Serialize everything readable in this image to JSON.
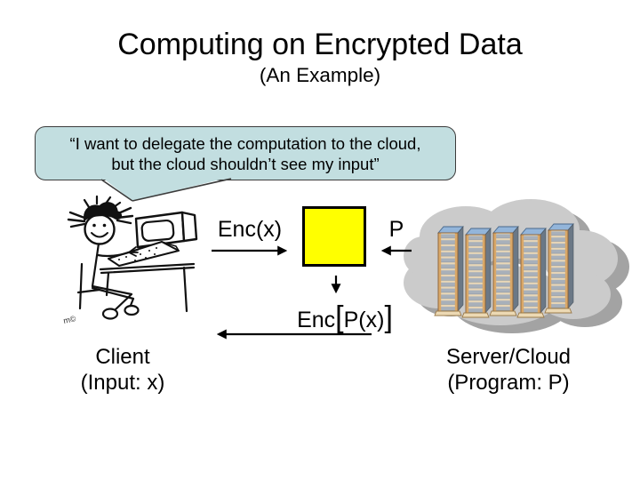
{
  "slide": {
    "title": "Computing on Encrypted Data",
    "subtitle": "(An Example)"
  },
  "speech_bubble": {
    "line1": "“I want to delegate the computation to the cloud,",
    "line2": "but the cloud shouldn’t see my input”",
    "fill_color": "#c2dee0",
    "border_color": "#3c3c3c"
  },
  "flow": {
    "enc_x_label": "Enc(x)",
    "program_label": "P",
    "result_label": {
      "prefix": "Enc",
      "open_bracket": "[",
      "inner": "P(x)",
      "close_bracket": "]"
    }
  },
  "actors": {
    "client": {
      "name": "Client",
      "detail": "(Input: x)"
    },
    "server": {
      "name": "Server/Cloud",
      "detail": "(Program: P)"
    }
  },
  "artwork": {
    "signature": "m©",
    "server_rack_count": 5
  },
  "colors": {
    "compute_box": "#ffff00",
    "compute_box_border": "#000000",
    "cloud": "#cbcbcb",
    "cloud_shadow": "#a3a3a3",
    "server_top": "#93b5da",
    "server_frame": "#d9a869",
    "server_slats": "#a8b0ba",
    "text": "#000000"
  }
}
